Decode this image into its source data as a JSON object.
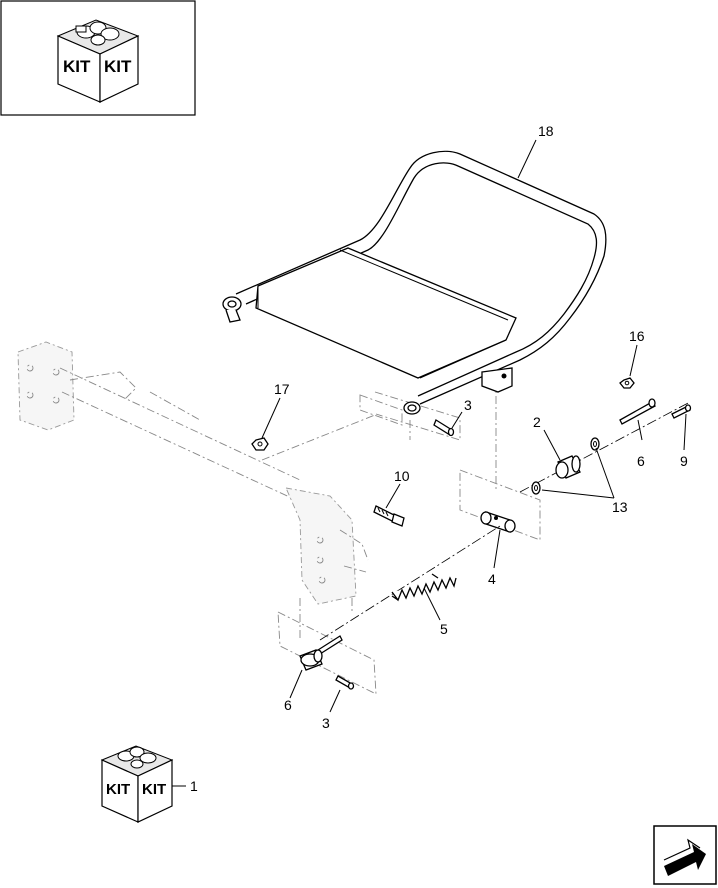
{
  "kit_icon": {
    "label_left": "KIT",
    "label_right": "KIT",
    "icon": "parts-kit-box-icon"
  },
  "callouts": {
    "c1": "1",
    "c2": "2",
    "c3a": "3",
    "c3b": "3",
    "c4": "4",
    "c5": "5",
    "c6a": "6",
    "c6b": "6",
    "c9": "9",
    "c10": "10",
    "c13": "13",
    "c16": "16",
    "c17": "17",
    "c18": "18"
  },
  "nav_icon": "next-page-arrow-icon"
}
